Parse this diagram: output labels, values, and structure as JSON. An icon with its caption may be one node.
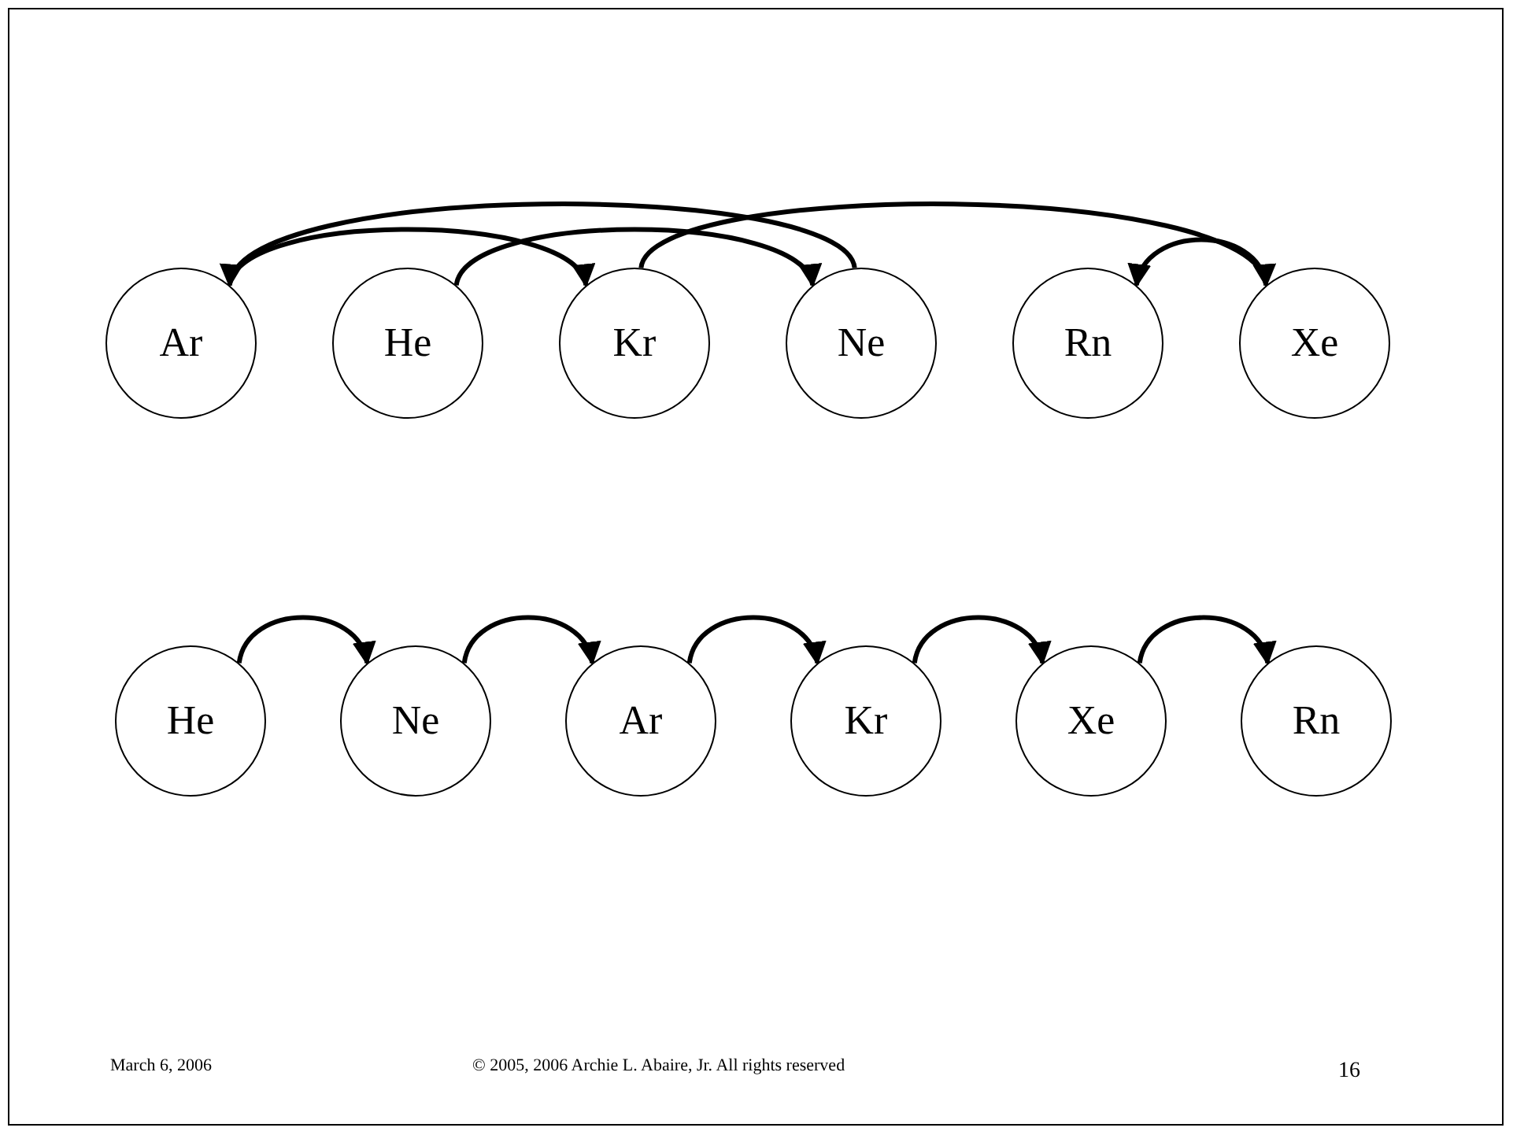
{
  "diagram": {
    "nodes": [
      {
        "text": [
          "Ar"
        ]
      },
      {
        "text": [
          "He"
        ]
      },
      {
        "text": [
          "Kr"
        ]
      },
      {
        "text": [
          "Ne"
        ]
      },
      {
        "text": [
          "Rn"
        ]
      },
      {
        "text": [
          "Xe"
        ]
      },
      {
        "text": [
          "He"
        ]
      },
      {
        "text": [
          "Ne"
        ]
      },
      {
        "text": [
          "Ar"
        ]
      },
      {
        "text": [
          "Kr"
        ]
      },
      {
        "text": [
          "Xe"
        ]
      },
      {
        "text": [
          "Rn"
        ]
      }
    ],
    "edges": [
      {
        "from": 0,
        "to": 2,
        "arrow": "to"
      },
      {
        "from": 1,
        "to": 3,
        "arrow": "to"
      },
      {
        "from": 2,
        "to": 5,
        "arrow": "to"
      },
      {
        "from": 3,
        "to": 0,
        "arrow": "to"
      },
      {
        "from": 5,
        "to": 4,
        "arrow": "to"
      },
      {
        "from": 6,
        "to": 7,
        "arrow": "to"
      },
      {
        "from": 7,
        "to": 8,
        "arrow": "to"
      },
      {
        "from": 8,
        "to": 9,
        "arrow": "to"
      },
      {
        "from": 9,
        "to": 10,
        "arrow": "to"
      },
      {
        "from": 10,
        "to": 11,
        "arrow": "to"
      }
    ],
    "labels": [
      "March 6, 2006",
      "© 2005, 2006 Archie L. Abaire, Jr. All rights reserved",
      "16"
    ]
  }
}
